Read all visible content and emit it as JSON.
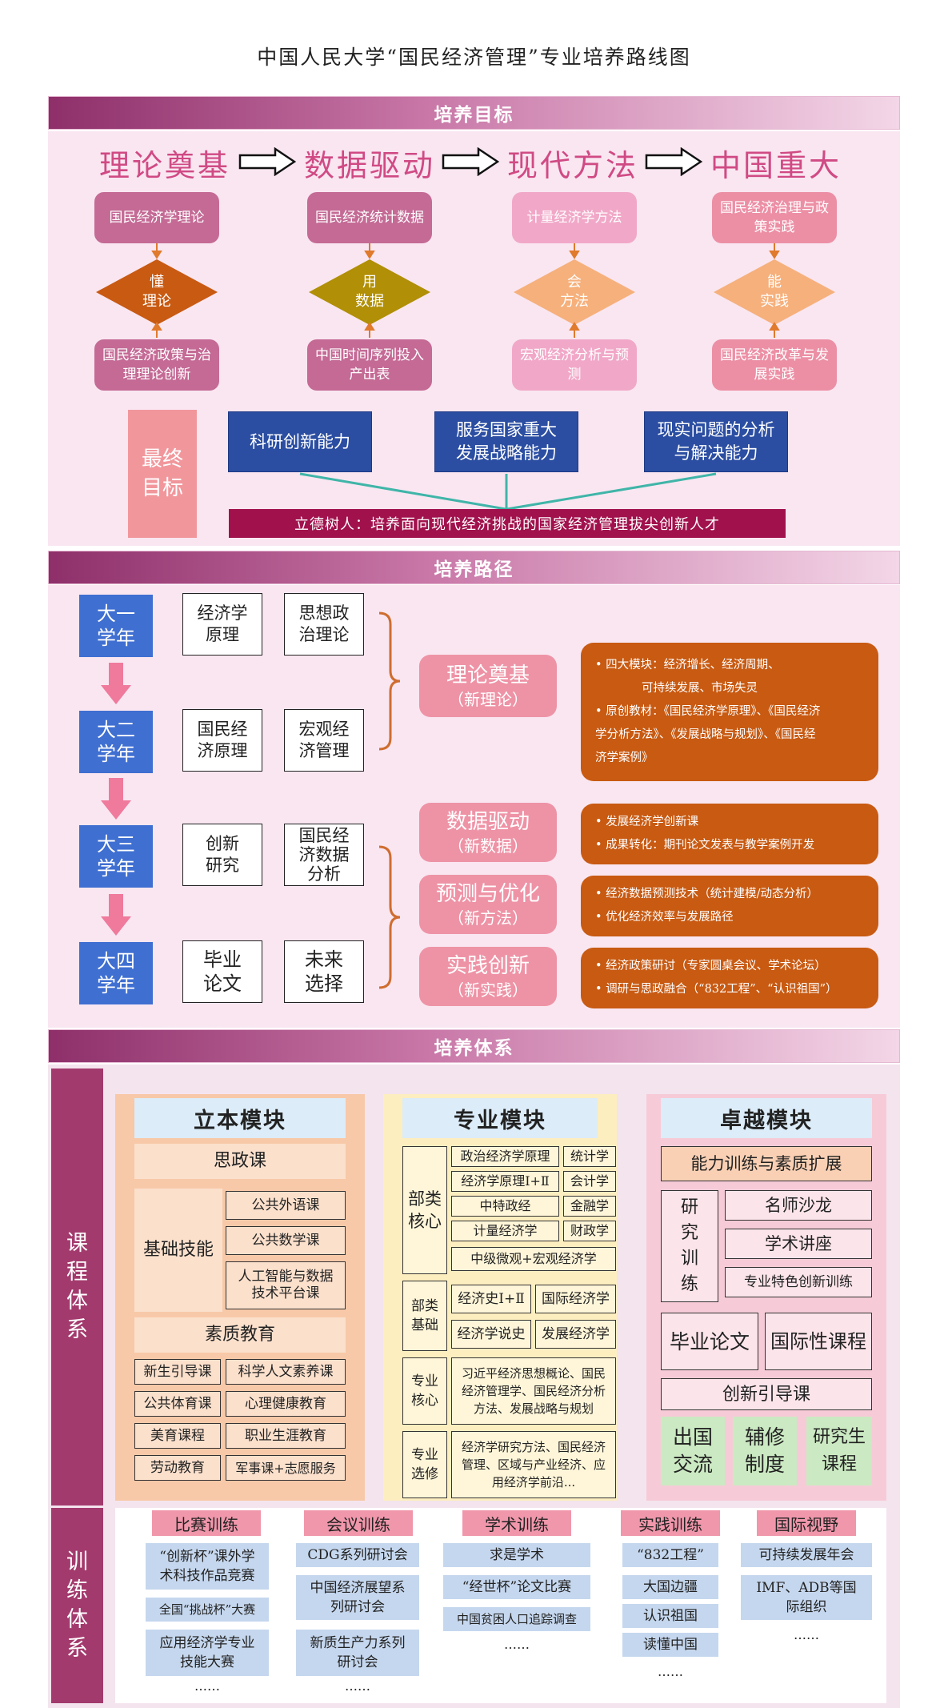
{
  "title": "中国人民大学“国民经济管理”专业培养路线图",
  "sections": {
    "goal": "培养目标",
    "path": "培养路径",
    "system": "培养体系"
  },
  "goal": {
    "pillars": [
      "理论奠基",
      "数据驱动",
      "现代方法",
      "中国重大"
    ],
    "columns": [
      {
        "top": "国民经济学理论",
        "diamond": [
          "懂",
          "理论"
        ],
        "bottom": "国民经济政策与治理理论创新"
      },
      {
        "top": "国民经济统计数据",
        "diamond": [
          "用",
          "数据"
        ],
        "bottom": "中国时间序列投入产出表"
      },
      {
        "top": "计量经济学方法",
        "diamond": [
          "会",
          "方法"
        ],
        "bottom": "宏观经济分析与预测"
      },
      {
        "top": "国民经济治理与政策实践",
        "diamond": [
          "能",
          "实践"
        ],
        "bottom": "国民经济改革与发展实践"
      }
    ],
    "final_label": "最终目标",
    "abilities": [
      "科研创新能力",
      "服务国家重大发展战略能力",
      "现实问题的分析与解决能力"
    ],
    "mission": "立德树人：培养面向现代经济挑战的国家经济管理拔尖创新人才"
  },
  "path": {
    "years": [
      {
        "label": "大一学年",
        "c1": "经济学原理",
        "c2": "思想政治理论"
      },
      {
        "label": "大二学年",
        "c1": "国民经济原理",
        "c2": "宏观经济管理"
      },
      {
        "label": "大三学年",
        "c1": "创新研究",
        "c2": "国民经济数据分析"
      },
      {
        "label": "大四学年",
        "c1": "毕业论文",
        "c2": "未来选择"
      }
    ],
    "pillars": [
      {
        "name": "理论奠基",
        "sub": "（新理论）",
        "lines": [
          "• 四大模块：经济增长、经济周期、",
          "　　　　可持续发展、市场失灵",
          "• 原创教材：《国民经济学原理》、《国民经济",
          "学分析方法》、《发展战略与规划》、《国民经",
          "济学案例》"
        ]
      },
      {
        "name": "数据驱动",
        "sub": "（新数据）",
        "lines": [
          "• 发展经济学创新课",
          "• 成果转化：期刊论文发表与教学案例开发"
        ]
      },
      {
        "name": "预测与优化",
        "sub": "（新方法）",
        "lines": [
          "• 经济数据预测技术（统计建模/动态分析）",
          "• 优化经济效率与发展路径"
        ]
      },
      {
        "name": "实践创新",
        "sub": "（新实践）",
        "lines": [
          "• 经济政策研讨（专家圆桌会议、学术论坛）",
          "• 调研与思政融合（“832工程”、“认识祖国”）"
        ]
      }
    ]
  },
  "system": {
    "curriculum_label": "课程体系",
    "training_label": "训练体系",
    "m1": {
      "title": "立本模块",
      "sizheng": "思政课",
      "jichu": "基础技能",
      "jichu_items": [
        "公共外语课",
        "公共数学课",
        "人工智能与数据技术平台课"
      ],
      "suzhi": "素质教育",
      "grid": [
        "新生引导课",
        "科学人文素养课",
        "公共体育课",
        "心理健康教育",
        "美育课程",
        "职业生涯教育",
        "劳动教育",
        "军事课+志愿服务"
      ]
    },
    "m2": {
      "title": "专业模块",
      "g1_label": "部类核心",
      "g1": [
        [
          "政治经济学原理",
          "统计学"
        ],
        [
          "经济学原理Ⅰ+Ⅱ",
          "会计学"
        ],
        [
          "中特政经",
          "金融学"
        ],
        [
          "计量经济学",
          "财政学"
        ]
      ],
      "g1_wide": "中级微观+宏观经济学",
      "g2_label": "部类基础",
      "g2": [
        [
          "经济史Ⅰ+Ⅱ",
          "国际经济学"
        ],
        [
          "经济学说史",
          "发展经济学"
        ]
      ],
      "g3_label": "专业核心",
      "g3": "习近平经济思想概论、国民经济管理学、国民经济分析方法、发展战略与规划",
      "g4_label": "专业选修",
      "g4": "经济学研究方法、国民经济管理、区域与产业经济、应用经济学前沿..."
    },
    "m3": {
      "title": "卓越模块",
      "ability": "能力训练与素质扩展",
      "research": "研究训练",
      "research_items": [
        "名师沙龙",
        "学术讲座",
        "专业特色创新训练"
      ],
      "thesis": "毕业论文",
      "intl": "国际性课程",
      "guide": "创新引导课",
      "green": [
        "出国交流",
        "辅修制度",
        "研究生课程"
      ]
    },
    "training": [
      {
        "head": "比赛训练",
        "items": [
          "“创新杯”课外学术科技作品竞赛",
          "全国“挑战杯”大赛",
          "应用经济学专业技能大赛"
        ]
      },
      {
        "head": "会议训练",
        "items": [
          "CDG系列研讨会",
          "中国经济展望系列研讨会",
          "新质生产力系列研讨会"
        ]
      },
      {
        "head": "学术训练",
        "items": [
          "求是学术",
          "“经世杯”论文比赛",
          "中国贫困人口追踪调查"
        ]
      },
      {
        "head": "实践训练",
        "items": [
          "“832工程”",
          "大国边疆",
          "认识祖国",
          "读懂中国"
        ]
      },
      {
        "head": "国际视野",
        "items": [
          "可持续发展年会",
          "IMF、ADB等国际组织"
        ]
      }
    ],
    "ellipsis": "……"
  },
  "colors": {
    "band": "#8e2f6a",
    "panel": "#f9e6f1",
    "pink": "#c46a95",
    "orange": "#c85a12",
    "year_blue": "#3f6fd1",
    "ability_blue": "#2b4ea2",
    "mission": "#a1124d",
    "sidebar": "#a33a6d"
  }
}
